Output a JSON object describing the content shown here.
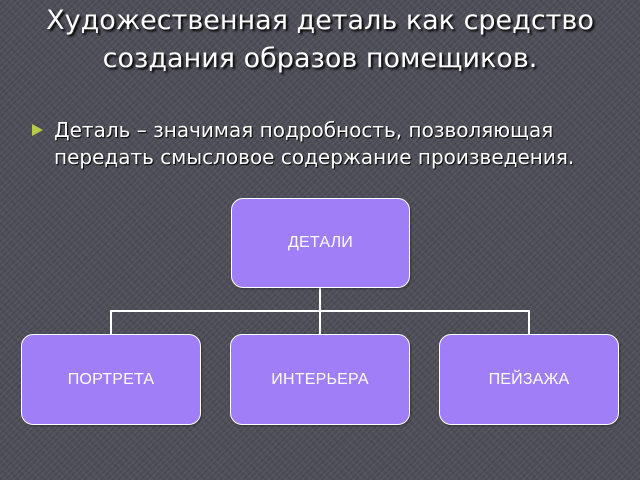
{
  "slide": {
    "title": "Художественная деталь как средство создания образов помещиков.",
    "bullet": "Деталь – значимая подробность, позволяющая передать смысловое содержание произведения."
  },
  "diagram": {
    "root": "ДЕТАЛИ",
    "children": [
      "ПОРТРЕТА",
      "ИНТЕРЬЕРА",
      "ПЕЙЗАЖА"
    ]
  },
  "colors": {
    "background": "#4d4d57",
    "node_fill": "#a07ef7",
    "bullet_marker": "#b9c94a",
    "text": "#ffffff"
  }
}
